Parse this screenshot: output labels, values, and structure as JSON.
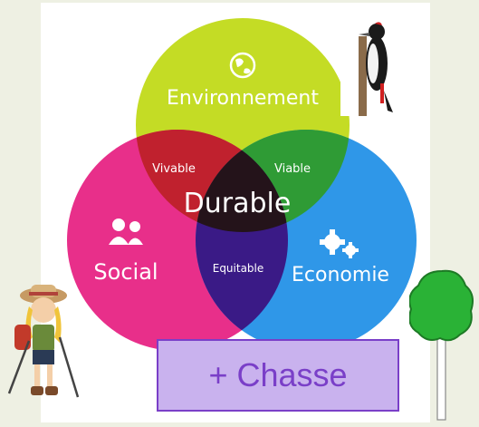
{
  "diagram": {
    "circles": {
      "top": {
        "label": "Environnement",
        "color": "#c4dc25"
      },
      "left": {
        "label": "Social",
        "color": "#e82f8a"
      },
      "right": {
        "label": "Economie",
        "color": "#2f97e8"
      }
    },
    "intersections": {
      "top_left": "Vivable",
      "top_right": "Viable",
      "left_right": "Equitable",
      "center": "Durable"
    }
  },
  "overlay": {
    "chasse_label": "+ Chasse",
    "accent": "#7a3fc8"
  },
  "icons": [
    "globe-icon",
    "people-icon",
    "gears-icon",
    "woodpecker-icon",
    "hiker-icon",
    "tree-icon"
  ]
}
